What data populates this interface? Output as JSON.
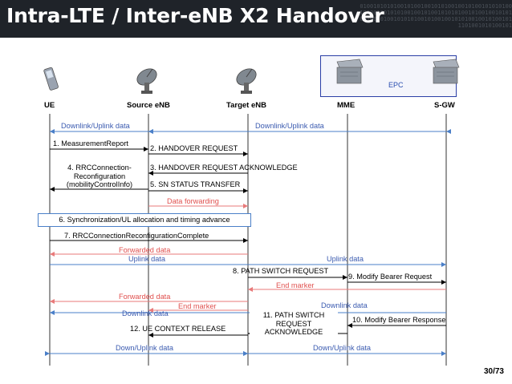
{
  "title": "Intra-LTE / Inter-eNB X2 Handover",
  "binary_text": "0100101010100101001001010100100101001010101001010010010101001001010010101010010100100101010010010100101010100101001001010100100101001011101001010100101",
  "nodes": {
    "ue": "UE",
    "source_enb": "Source eNB",
    "target_enb": "Target eNB",
    "mme": "MME",
    "sgw": "S-GW",
    "epc": "EPC"
  },
  "messages": {
    "dl_ul_data_1": "Downlink/Uplink data",
    "dl_ul_data_2": "Downlink/Uplink data",
    "measurement_report": "1. MeasurementReport",
    "handover_request": "2. HANDOVER REQUEST",
    "rrc_reconfig": "4. RRCConnection-\nReconfiguration\n(mobilityControlInfo)",
    "handover_request_ack": "3. HANDOVER REQUEST ACKNOWLEDGE",
    "sn_status_transfer": "5. SN STATUS TRANSFER",
    "data_forwarding": "Data forwarding",
    "sync": "6. Synchronization/UL allocation and timing advance",
    "rrc_reconfig_complete": "7. RRCConnectionReconfigurationComplete",
    "forwarded_data_1": "Forwarded data",
    "uplink_data_1": "Uplink data",
    "uplink_data_2": "Uplink data",
    "path_switch_request": "8. PATH SWITCH REQUEST",
    "modify_bearer_request": "9. Modify Bearer Request",
    "end_marker_1": "End marker",
    "forwarded_data_2": "Forwarded data",
    "end_marker_2": "End marker",
    "downlink_data_1": "Downlink data",
    "downlink_data_2": "Downlink data",
    "path_switch_ack": "11. PATH SWITCH\nREQUEST\nACKNOWLEDGE",
    "modify_bearer_response": "10. Modify Bearer Response",
    "ue_context_release": "12. UE CONTEXT RELEASE",
    "down_up_data_1": "Down/Uplink data",
    "down_up_data_2": "Down/Uplink data"
  },
  "page_number": "30/73",
  "colors": {
    "title_bg": "#1f2329",
    "data_arrow": "#4a7fc8",
    "forward_arrow": "#e87a7a",
    "signal_arrow": "#000000",
    "epc_border": "#2b3fa6"
  },
  "icons": {
    "ue": "mobile-phone-icon",
    "source_enb": "antenna-dish-icon",
    "target_enb": "antenna-dish-icon",
    "mme": "server-icon",
    "sgw": "server-icon"
  }
}
